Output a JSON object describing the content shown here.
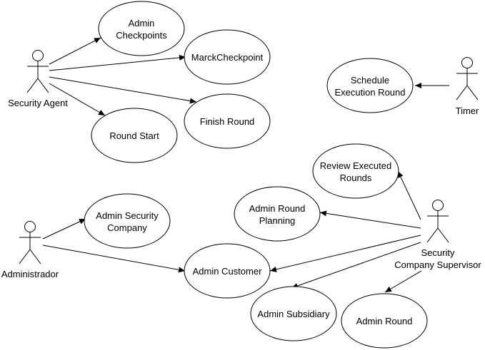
{
  "actors": {
    "security_agent": "Security Agent",
    "timer": "Timer",
    "administrador": "Administrador",
    "supervisor_line1": "Security",
    "supervisor_line2": "Company Supervisor"
  },
  "use_cases": {
    "admin_checkpoints": [
      "Admin",
      "Checkpoints"
    ],
    "marck_checkpoint": [
      "MarckCheckpoint"
    ],
    "finish_round": [
      "Finish Round"
    ],
    "round_start": [
      "Round Start"
    ],
    "schedule_execution_round": [
      "Schedule",
      "Execution Round"
    ],
    "review_executed_rounds": [
      "Review Executed",
      "Rounds"
    ],
    "admin_round_planning": [
      "Admin Round",
      "Planning"
    ],
    "admin_security_company": [
      "Admin Security",
      "Company"
    ],
    "admin_customer": [
      "Admin Customer"
    ],
    "admin_subsidiary": [
      "Admin Subsidiary"
    ],
    "admin_round": [
      "Admin Round"
    ]
  }
}
